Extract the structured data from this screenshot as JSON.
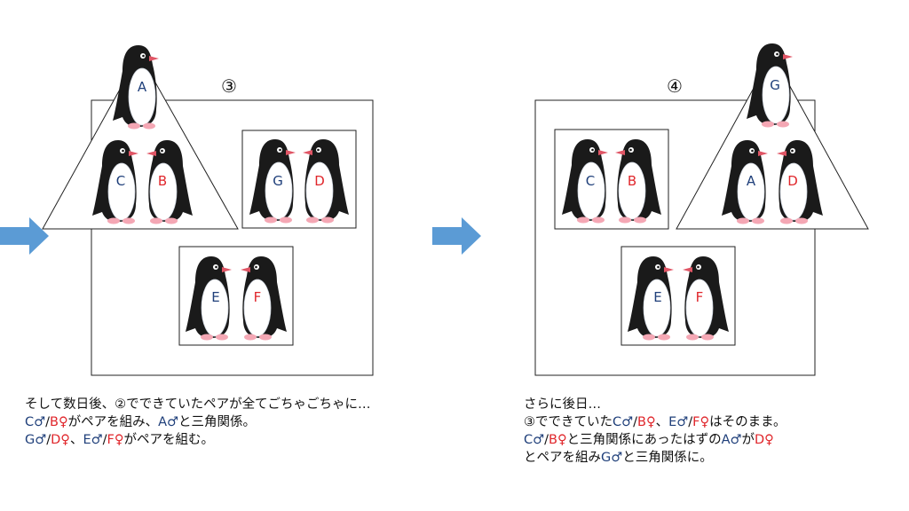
{
  "colors": {
    "male": "#1f3f7a",
    "female": "#e0262b",
    "arrow": "#5b9bd5",
    "text": "#111111"
  },
  "panels": [
    {
      "number": "③",
      "penguins": {
        "A": "A",
        "C": "C",
        "B": "B",
        "G": "G",
        "D": "D",
        "E": "E",
        "F": "F"
      },
      "caption": [
        [
          {
            "t": "そして数日後、②でできていたペアが全てごちゃごちゃに…",
            "c": "text"
          }
        ],
        [
          {
            "t": "C♂",
            "c": "male"
          },
          {
            "t": "/",
            "c": "text"
          },
          {
            "t": "B♀",
            "c": "female"
          },
          {
            "t": "がペアを組み、",
            "c": "text"
          },
          {
            "t": "A♂",
            "c": "male"
          },
          {
            "t": "と三角関係。",
            "c": "text"
          }
        ],
        [
          {
            "t": "G♂",
            "c": "male"
          },
          {
            "t": "/",
            "c": "text"
          },
          {
            "t": "D♀",
            "c": "female"
          },
          {
            "t": "、",
            "c": "text"
          },
          {
            "t": "E♂",
            "c": "male"
          },
          {
            "t": "/",
            "c": "text"
          },
          {
            "t": "F♀",
            "c": "female"
          },
          {
            "t": "がペアを組む。",
            "c": "text"
          }
        ]
      ]
    },
    {
      "number": "④",
      "penguins": {
        "G": "G",
        "A": "A",
        "D": "D",
        "C": "C",
        "B": "B",
        "E": "E",
        "F": "F"
      },
      "caption": [
        [
          {
            "t": "さらに後日…",
            "c": "text"
          }
        ],
        [
          {
            "t": "③でできていた",
            "c": "text"
          },
          {
            "t": "C♂",
            "c": "male"
          },
          {
            "t": "/",
            "c": "text"
          },
          {
            "t": "B♀",
            "c": "female"
          },
          {
            "t": "、",
            "c": "text"
          },
          {
            "t": "E♂",
            "c": "male"
          },
          {
            "t": "/",
            "c": "text"
          },
          {
            "t": "F♀",
            "c": "female"
          },
          {
            "t": "はそのまま。",
            "c": "text"
          }
        ],
        [
          {
            "t": "C♂",
            "c": "male"
          },
          {
            "t": "/",
            "c": "text"
          },
          {
            "t": "B♀",
            "c": "female"
          },
          {
            "t": "と三角関係にあったはずの",
            "c": "text"
          },
          {
            "t": "A♂",
            "c": "male"
          },
          {
            "t": "が",
            "c": "text"
          },
          {
            "t": "D♀",
            "c": "female"
          }
        ],
        [
          {
            "t": "とペアを組み",
            "c": "text"
          },
          {
            "t": "G♂",
            "c": "male"
          },
          {
            "t": "と三角関係に。",
            "c": "text"
          }
        ]
      ]
    }
  ]
}
